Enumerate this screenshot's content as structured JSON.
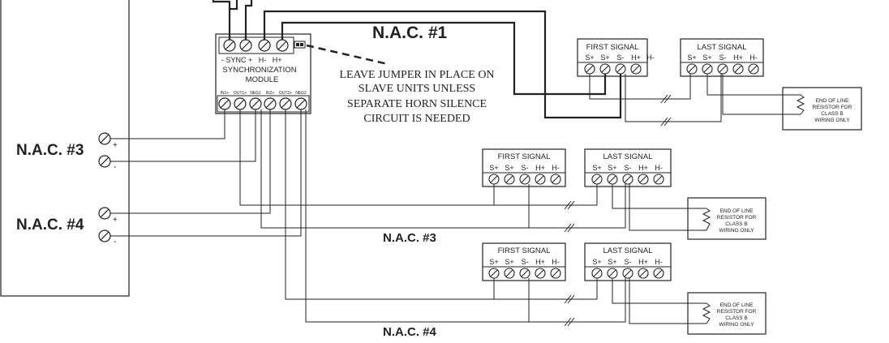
{
  "panel": {
    "nac3_label": "N.A.C. #3",
    "nac4_label": "N.A.C. #4",
    "plus": "+",
    "minus": "-"
  },
  "sync_module": {
    "terminal_labels": "- SYNC +   H-   H+",
    "title_line1": "SYNCHRONIZATION",
    "title_line2": "MODULE",
    "bottom_terminals": [
      "IN1+",
      "OUT1+",
      "NEG1",
      "IN2+",
      "OUT2+",
      "NEG2"
    ]
  },
  "jumper_note": [
    "LEAVE JUMPER IN PLACE ON",
    "SLAVE UNITS UNLESS",
    "SEPARATE HORN SILENCE",
    "CIRCUIT IS NEEDED"
  ],
  "circuits": {
    "nac1": "N.A.C. #1",
    "nac3": "N.A.C. #3",
    "nac4": "N.A.C. #4"
  },
  "signal": {
    "first_title": "FIRST SIGNAL",
    "last_title": "LAST SIGNAL",
    "terminals": [
      "S+",
      "S+",
      "S-",
      "H+",
      "H-"
    ]
  },
  "eol_resistor": [
    "END OF LINE",
    "RESISTOR FOR",
    "CLASS B",
    "WIRING ONLY"
  ]
}
